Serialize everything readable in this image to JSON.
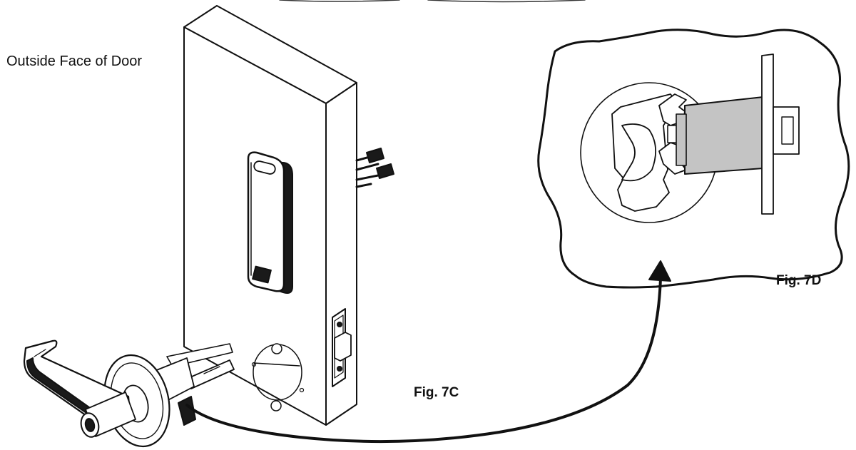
{
  "labels": {
    "outside_face": "Outside Face of Door",
    "fig_7c": "Fig.  7C",
    "fig_7d": "Fig.  7D"
  },
  "colors": {
    "line": "#111111",
    "latch_shade": "#c4c4c4",
    "reader_dark": "#1a1a1a",
    "door_face": "#ffffff"
  }
}
